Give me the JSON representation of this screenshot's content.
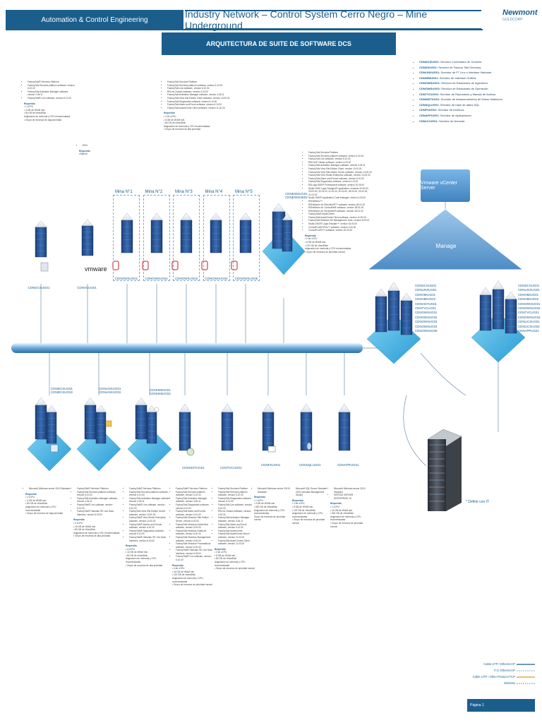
{
  "header": {
    "dept": "Automation & Control Engineering",
    "title": "Industry Network – Control System Cerro Negro – Mine Underground",
    "logo": "Newmont",
    "logo_sub": "GOLDCORP",
    "subtitle": "ARQUITECTURA DE SUITE DE SOFTWARE DCS"
  },
  "colors": {
    "brand": "#1b5e8c",
    "bus": "#4f8fc6",
    "accent": "#6aa8d8"
  },
  "server_legend": [
    {
      "code": "CDNDCSUG01",
      "desc": "Servidor Controlador de Dominio."
    },
    {
      "code": "CDNDSUG01",
      "desc": "Servidor de Factory Talk Directory."
    },
    {
      "code": "CDNLINXUG01",
      "desc": "Servidor de FT Linx e Interface Historian."
    },
    {
      "code": "CDNHMIUG01",
      "desc": "Servidor de Interface Gráfica."
    },
    {
      "code": "CDNOWSUG01",
      "desc": "Servidor de Estaciones de Ingeniería."
    },
    {
      "code": "CDNOWSUG02",
      "desc": "Servidor de Estaciones de Operación."
    },
    {
      "code": "CDNTVCUG01",
      "desc": "Servidor de Repositorio y Manejo de Activos."
    },
    {
      "code": "CDNHISTUG01",
      "desc": "Servidor de Almacenamiento de Datos Históricos."
    },
    {
      "code": "CDNSQLUG01",
      "desc": "Servidor de base de datos SQL."
    },
    {
      "code": "CDNFSUG01",
      "desc": "Servidor de Archivos."
    },
    {
      "code": "CDNAPPUG01",
      "desc": "Servidor de Aplicaciones."
    },
    {
      "code": "CDNLICUG01",
      "desc": "Servidor de licenciar."
    }
  ],
  "top_left": {
    "items": [
      "FactoryTalk® Services Platform",
      "FactoryTalk Services platform software, version 6.10.00",
      "FactoryTalk Activation Manager software, version 4.06.11",
      "FactoryTalk® Live software, version 6.10.00"
    ],
    "req_title": "Requerido",
    "req": [
      "• 1 vCPU",
      "• 4 GB de vRAM min.",
      "• 80 GB de vHardDisk",
      "Asignación de memoria y CPU recomendadas",
      "• Grupo de recursos de baja prioridad"
    ]
  },
  "top_vm": {
    "items": [
      "ESXi"
    ],
    "req_title": "Requerido",
    "req": [
      "vSphere"
    ]
  },
  "top_mid": {
    "items": [
      "FactoryTalk Services Platform",
      "FactoryTalk Services platform software, version 6.10.00",
      "FactoryTalk Linx software, version 6.10.00",
      "RSLinx Classic software, version 4.20.00",
      "FactoryTalk Activation Manager software, version 4.06.11",
      "FactoryTalk View Site Edition Client software, version 13.00.00",
      "FactoryTalk Diagnostics software, version 6.10.00",
      "FactoryTalk Alarm and Event software, version 6.10.00",
      "FactoryTalk AssetCentre Client software, version 11.00.00"
    ],
    "req_title": "Requerido",
    "req": [
      "• 2 de vCPU",
      "• 8 GB de vRAM min.",
      "• 80 GB de vHardDisk",
      "Asignación de memoria y CPU recomendadas",
      "• Grupo de recursos de alta prioridad"
    ]
  },
  "top_right": {
    "items": [
      "FactoryTalk Services Platform",
      "FactoryTalk Services platform software, version 6.10.00",
      "FactoryTalk Linx software, version 6.10.00",
      "RSLinx® Classic software, version 4.20.00",
      "FactoryTalk Activation Manager software, version 4.06.11",
      "FactoryTalk View Site Edition Client, version 13.00.00",
      "FactoryTalk View Site Edition Server software, version 13.00.00",
      "FactoryTalk View Studio Enterprise software, version 13.00.00",
      "FactoryTalk Alarm and Events software, version 6.10.00",
      "FactoryTalk Diagnostics software, version 6.10.00",
      "RSLogix 5000® Professional software, version 20.05.00",
      "Studio 5000 Logix Designer® application, versions 34.00.00, 33.00.00, 32.04.00, 31.02.00, 30.02.00, 28.03.00, 24.02.00, 21.03.02",
      "Studio 5000® Application Code Manager, version 4.00.00",
      "RSNetWorx™",
      "RSNetWorx for EtherNet/IP™ software, version 28.01.00",
      "RSNetWorx for ControlNet® software, version 28.01.00",
      "RSNetWorx for DeviceNet® software, version 28.01.00",
      "FactoryTalk® AssetCentre",
      "FactoryTalk AssetCentre Client software, version 11.00.00",
      "FactoryTalk Historian SE Management Tools, version 5.00.00",
      "Studio 5000® Logix Emulate™, version 33.00.00",
      "ControlFLASH Plus™ software, version 3.00.00",
      "ControlFLASH™ software, version 15.03.00"
    ],
    "req_title": "Requerido",
    "req": [
      "• 2 de vCPU",
      "• 8 GB de vRAM min.",
      "• 120 GB de vHardDisk",
      "Asignación de memoria y CPU recomendadas",
      "• Grupo de recursos de prioridad normal"
    ]
  },
  "minas": [
    {
      "title": "Mina N°1",
      "host": "CDNOWSUG01"
    },
    {
      "title": "Mina N°2",
      "host": "CDNOWSUG02"
    },
    {
      "title": "Mina N°3",
      "host": "CDNOWSUG03"
    },
    {
      "title": "Mina N°4",
      "host": "CDNOWSUG04"
    },
    {
      "title": "Mina N°5",
      "host": "CDNOWSUG05"
    }
  ],
  "top_hosts": {
    "dc": "CDNDCSUG01",
    "vm": "CDNVCUG01",
    "vmware": "vmware",
    "eng": "CDNEWSUG01\nCDNEWSUG02"
  },
  "vcenter": "Vmware vCenter Server",
  "manage": "Manage",
  "cluster_left": [
    "CDNDCSUG01",
    "CDNLINXUG01",
    "CDNHMIUG01",
    "CDNHMIUG02",
    "CDNHISTUG01",
    "CDNTVCUG01",
    "CDNOWSUG01",
    "CDNOWSUG02",
    "CDNOWSUG03",
    "CDNOWSUG04",
    "CDNOWSUG05"
  ],
  "cluster_right": [
    "CDNDCSUG01",
    "CDNLINXUG01",
    "CDNHMIUG01",
    "CDNHMIUG02",
    "CDNOWSUG01",
    "CDNOWSUG02",
    "CDNTVCUG01",
    "CDNOWSUG04",
    "CDNLICSUG01",
    "CDNLICSUG02",
    "CDNAPPUG01"
  ],
  "bottom_servers": [
    {
      "labels": "CDNDCSUG01\nCDNDCSUG02"
    },
    {
      "labels": "CDNLINXUG01\nCDNLINXUG02"
    },
    {
      "labels": "CDNHMIUG01\nCDNHMIUG02"
    },
    {
      "labels": "CDNHISTUG01"
    },
    {
      "labels": "CDNTVCUG01"
    },
    {
      "labels": "CDNFSUG01"
    },
    {
      "labels": "CDNSQLUG01"
    },
    {
      "labels": "CDNAPPUG01"
    }
  ],
  "bottom_specs": [
    {
      "items": [
        "Microsoft Windows server 2019 Standard"
      ],
      "req": [
        "• 1 vCPU",
        "• 4 GB de vRAM min.",
        "• 80 GB de vHardDisk",
        "Asignación de memoria y CPU recomendadas",
        "• Grupo de recursos de baja prioridad"
      ]
    },
    {
      "items": [
        "FactoryTalk® Services Platform",
        "FactoryTalk Services platform software, version 6.10.00",
        "FactoryTalk Activation Manager software, version 4.06.11",
        "FactoryTalk® Linx software, version 6.10.00",
        "FactoryTalk® Historian SE Live Data Interface, version 6.00.00"
      ],
      "req": [
        "• 2 vCPU",
        "• 16 GB de vRAM min.",
        "• 80 GB de vHardDisk",
        "Asignación de memoria y CPU recomendadas",
        "• Grupo de recursos de alta prioridad"
      ]
    },
    {
      "items": [
        "FactoryTalk® Services Platform",
        "FactoryTalk Services platform software, version 6.10.00",
        "FactoryTalk Activation Manager software, version 4.06.11",
        "FactoryTalk® Linx software, version 6.10.00",
        "FactoryTalk View Site Edition Server software, version 13.00.00",
        "FactoryTalk® View Studio Enterprise software, version 13.00.00",
        "FactoryTalk® Alarms and Events software, version 6.10.00",
        "FactoryTalk® Diagnostics software, version 6.10.00",
        "FactoryTalk® Historian SE Live Data Interface, version 6.00.00"
      ],
      "req": [
        "• 4 vCPU",
        "• 16 GB de vRAM min.",
        "• 80 GB de vHardDisk",
        "Asignación de memoria y CPU recomendadas",
        "• Grupo de recursos de alta prioridad"
      ]
    },
    {
      "items": [
        "FactoryTalk® Services Platform",
        "FactoryTalk Services platform software, version 6.10.00",
        "FactoryTalk Activation Manager software, version 4.06.11",
        "FactoryTalk Diagnostics software, version 6.10.00",
        "FactoryTalk Alarm and Events software, version 6.10.00",
        "FactoryTalk Historian Site Edition Server, version 6.00.00",
        "FactoryTalk Historian ActiveView software, version 6.00.00",
        "FactoryTalk Historian DataLink software, version 6.00.00",
        "FactoryTalk Historian Management software, version 6.00.00",
        "FactoryTalk Historian ProcessBook software, version 6.00.00",
        "FactoryTalk® Historian SE Live Data Interface, version 6.00.00",
        "FactoryTalk® Linx software, version 6.10.00"
      ],
      "req": [
        "• 4 de vCPU",
        "• 16 GB de vRAM min.",
        "• 120 GB de vHardDisk",
        "Asignación de memoria y CPU recomendadas",
        "• Grupo de recursos de prioridad normal"
      ]
    },
    {
      "items": [
        "FactoryTalk Services Platform",
        "FactoryTalk Services platform software, version 6.10.00",
        "FactoryTalk Diagnostics software, version 6.10.00",
        "FactoryTalk Linx software, version 6.10.00",
        "RSLinx Classic software, version 4.20.00",
        "FactoryTalk Activation Manager software, version 4.06.11",
        "FactoryTalk Alarm and Event software, version 6.10.00",
        "FactoryTalk AssetCentre",
        "FactoryTalk AssetCentre Server software, version 11.00.00",
        "FactoryTalk Asset Centre Client software, version 11.00.00"
      ],
      "req": [
        "• 2 de vCPU",
        "• 8 GB de vRAM min.",
        "• 80 GB de vHardDisk",
        "Asignación de memoria y CPU recomendadas",
        "• Grupo de recursos de prioridad normal"
      ]
    },
    {
      "items": [
        "Microsoft Windows server 2019 Standard"
      ],
      "req": [
        "• 1 vCPU",
        "• 4 GB de vRAM min.",
        "• 500 GB de vHardDisk",
        "Asignación de memoria y CPU recomendadas",
        "Grupo de recursos de prioridad normal"
      ]
    },
    {
      "items": [
        "Microsoft SQL Server Standard 2019 (includes Management Studio)"
      ],
      "req": [
        "• 2 de vCPU",
        "• 8 GB de vRAM min.",
        "• 120 GB de vHardDisk",
        "Asignación de memoria y CPU recomendadas",
        "• Grupo de recursos de prioridad normal"
      ]
    },
    {
      "items": [
        "Microsoft Windows server 2019 Standard",
        "VERITAS SERVER ENTERPRISE 15"
      ],
      "req": [
        "• 1 vCPU",
        "• 16 GB de vRAM min.",
        "• 500 GB de vHardDisk",
        "Asignación de memoria y CPU recomendadas",
        "• Grupo de recursos de prioridad normal"
      ]
    }
  ],
  "req_word": "Requerido",
  "storage_note": "* Definir con IT",
  "bottom_legend": [
    "Cable UTP / Ethernet IP",
    "F.O. Ethernet IP",
    "Cable UTP / Other Protocol TCP",
    "Wireless"
  ],
  "page": "Página 1"
}
